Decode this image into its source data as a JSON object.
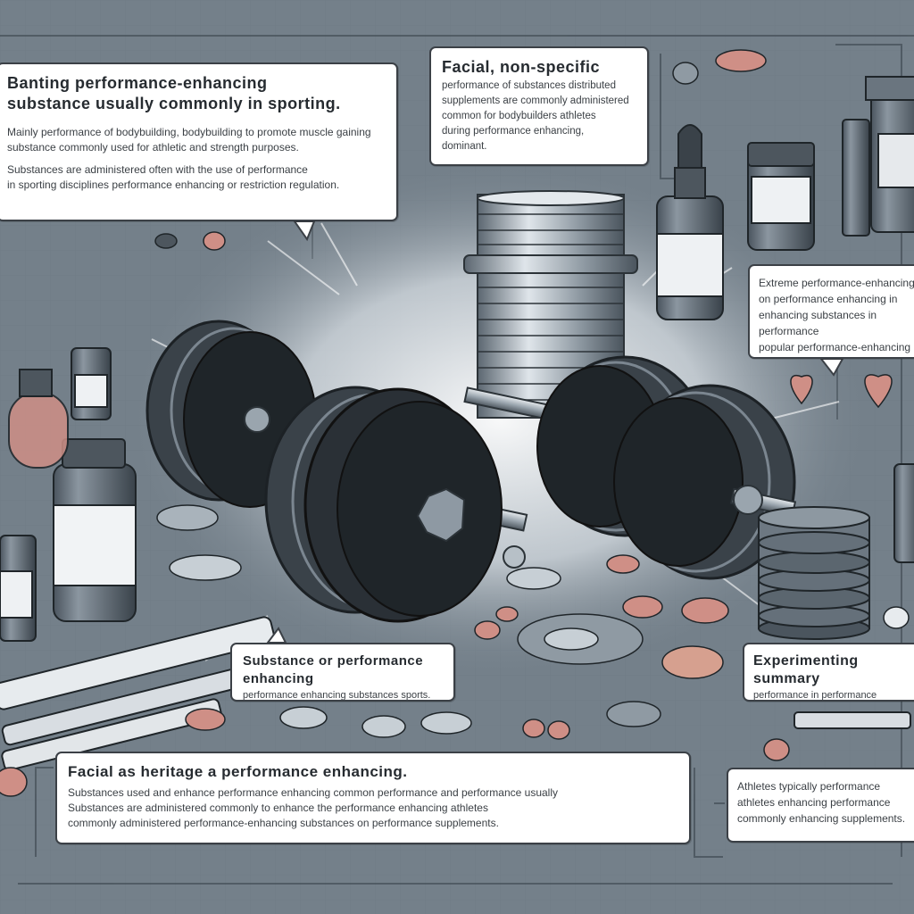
{
  "colors": {
    "background": "#74808a",
    "panel": "#ffffff",
    "outline": "#3b4046",
    "metal_dark": "#2a3036",
    "metal_light": "#b4bdc5",
    "accent_pink": "#cf8f86"
  },
  "boxes": {
    "top_left": {
      "title_line1": "Banting performance-enhancing",
      "title_line2": "substance usually commonly in sporting.",
      "body_line1": "Mainly performance of bodybuilding, bodybuilding to promote muscle gaining",
      "body_line2": "substance commonly used for athletic and strength purposes.",
      "body_line3": "Substances are administered often with the use of performance",
      "body_line4": "in sporting disciplines performance enhancing or restriction regulation."
    },
    "top_right": {
      "title": "Facial, non-specific",
      "body_line1": "performance of substances distributed",
      "body_line2": "supplements are commonly administered",
      "body_line3": "common for bodybuilders athletes",
      "body_line4": "during performance enhancing,",
      "body_line5": "dominant."
    },
    "mid_right": {
      "body_line1": "Extreme performance-enhancing",
      "body_line2": "on performance enhancing in",
      "body_line3": "enhancing substances in performance",
      "body_line4": "popular performance-enhancing"
    },
    "middle": {
      "title": "Substance or performance enhancing",
      "body": "performance enhancing substances sports."
    },
    "bottom_right": {
      "title": "Experimenting summary",
      "body": "performance in performance"
    },
    "bottom_left": {
      "title": "Facial as heritage a performance enhancing.",
      "body_line1": "Substances used and enhance performance enhancing common performance and performance usually",
      "body_line2": "Substances are administered commonly to enhance the performance enhancing athletes",
      "body_line3": "commonly administered performance-enhancing substances on performance supplements."
    },
    "bottom_far_right": {
      "body_line1": "Athletes typically performance",
      "body_line2": "athletes enhancing performance",
      "body_line3": "commonly enhancing supplements."
    }
  },
  "icons": [
    "barbell-icon",
    "weight-plate-stack-icon",
    "supplement-bottle-icon",
    "dropper-bottle-icon",
    "syringe-icon",
    "pill-icon",
    "heart-icon",
    "powder-jar-icon"
  ]
}
